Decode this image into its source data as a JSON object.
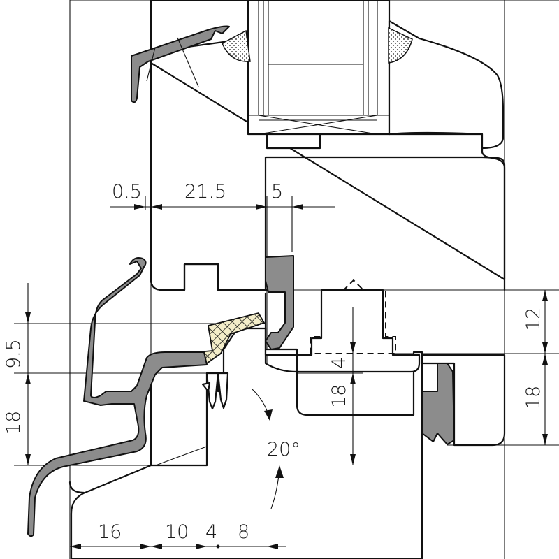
{
  "dimensions_top": [
    "0.5",
    "21.5",
    "5"
  ],
  "dimensions_bottom": [
    "16",
    "10",
    "4",
    "8"
  ],
  "dimensions_left": [
    "9.5",
    "18"
  ],
  "dimensions_right": [
    "12",
    "18"
  ],
  "dimension_middle": [
    "4",
    "18"
  ],
  "angle_label": "20°",
  "colors": {
    "line": "#111111",
    "profile_gray": "#8c8c8c",
    "insulation_fill": "#f3edc9"
  }
}
